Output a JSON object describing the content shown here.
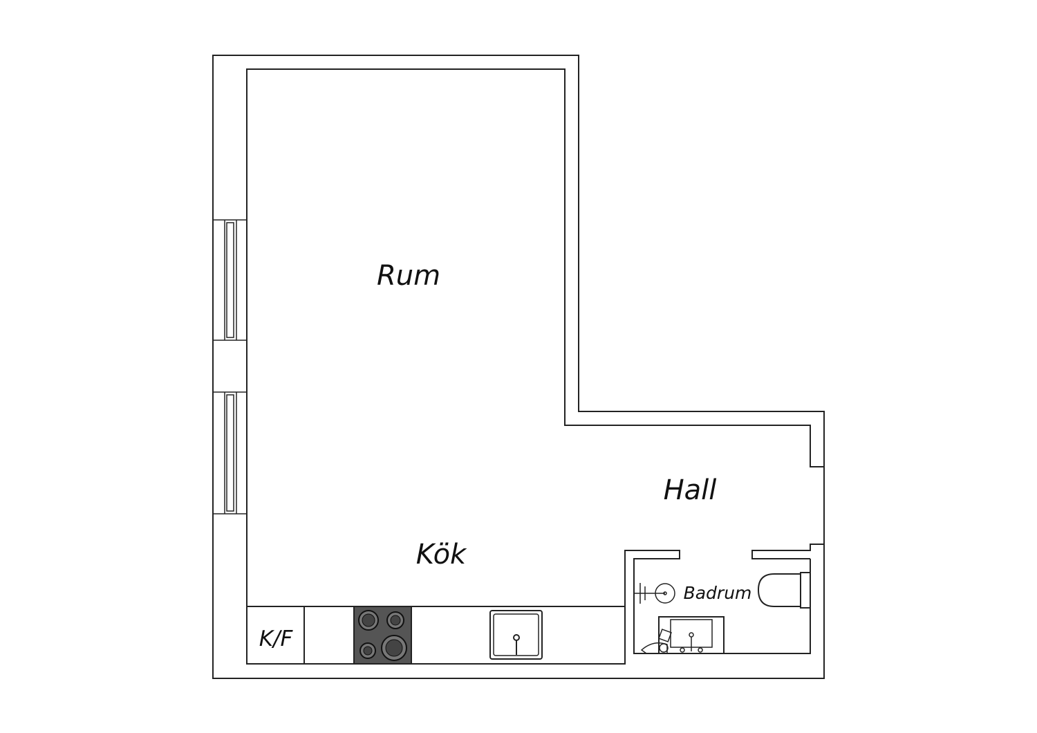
{
  "rooms": {
    "rum": "Rum",
    "hall": "Hall",
    "kok": "Kök",
    "badrum": "Badrum"
  },
  "appliances": {
    "fridge_freezer": "K/F"
  },
  "colors": {
    "line": "#222222",
    "background": "#ffffff",
    "stove_top": "#555555"
  }
}
